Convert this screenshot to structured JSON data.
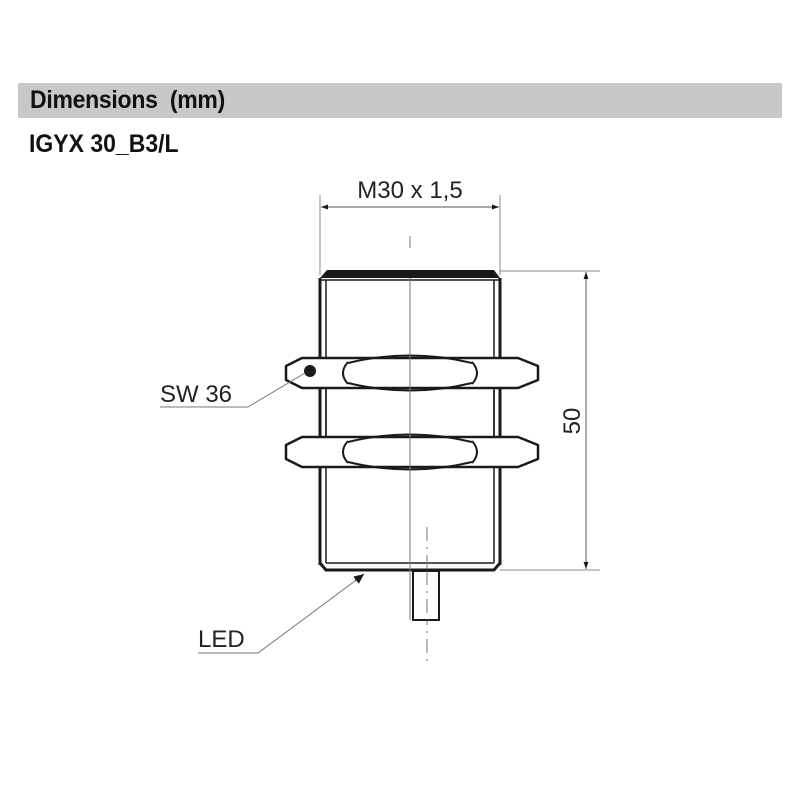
{
  "header": {
    "title": "Dimensions  (mm)",
    "background_color": "#c8c8c8"
  },
  "model": {
    "name": "IGYX 30_B3/L"
  },
  "drawing": {
    "thread_dimension_label": "M30 x 1,5",
    "length_dimension_label": "50",
    "wrench_size_label": "SW 36",
    "led_label": "LED",
    "line_color": "#1a1a1a",
    "thin_line_color": "#777777"
  }
}
